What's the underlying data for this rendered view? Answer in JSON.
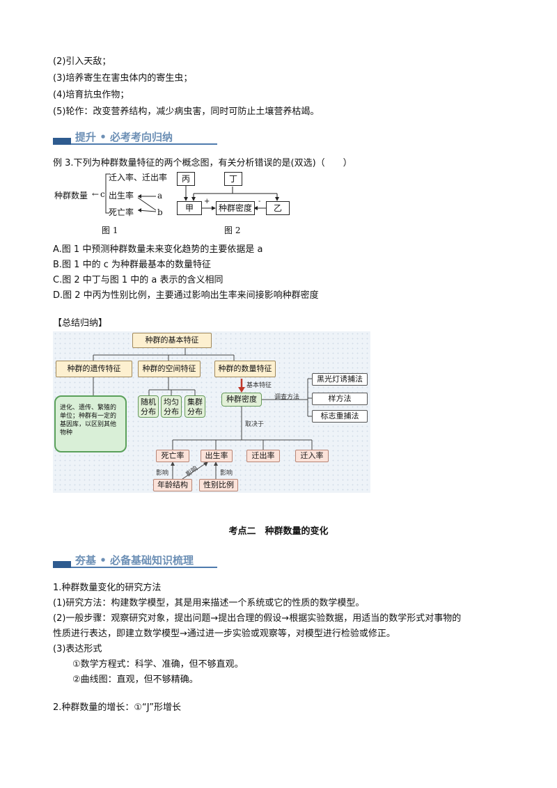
{
  "intro_lines": [
    "(2)引入天敌；",
    "(3)培养寄生在害虫体内的寄生虫；",
    "(4)培育抗虫作物；",
    "(5)轮作：改变营养结构，减少病虫害，同时可防止土壤营养枯竭。"
  ],
  "banner1": "提升 • 必考考向归纳",
  "example": {
    "question": "例 3.下列为种群数量特征的两个概念图，有关分析错误的是(双选)（　　）",
    "fig1": {
      "root": "种群数量",
      "c": "c",
      "items": [
        "迁入率、迁出率",
        "出生率",
        "死亡率"
      ],
      "a": "a",
      "b": "b",
      "caption": "图 1"
    },
    "fig2": {
      "bing": "丙",
      "ding": "丁",
      "jia": "甲",
      "yi": "乙",
      "center": "种群密度",
      "plus": "+",
      "minus": "-",
      "caption": "图 2"
    },
    "options": [
      "A.图 1 中预测种群数量未来变化趋势的主要依据是 a",
      "B.图 1 中的 c 为种群最基本的数量特征",
      "C.图 2 中丁与图 1 中的 a 表示的含义相同",
      "D.图 2 中丙为性别比例，主要通过影响出生率来间接影响种群密度"
    ]
  },
  "summary_heading": "【总结归纳】",
  "summary": {
    "root": "种群的基本特征",
    "cat1": "种群的遗传特征",
    "cat2": "种群的空间特征",
    "cat3": "种群的数量特征",
    "genetic_desc": "进化、遗传、繁殖的单位；种群有一定的基因库，以区别其他物种",
    "spatial": [
      "随机分布",
      "均匀分布",
      "集群分布"
    ],
    "basic_label": "基本特征",
    "density": "种群密度",
    "survey_label": "调查方法",
    "methods": [
      "黑光灯诱捕法",
      "样方法",
      "标志重捕法"
    ],
    "decide_label": "取决于",
    "rates": [
      "死亡率",
      "出生率",
      "迁出率",
      "迁入率"
    ],
    "affect1": "影响",
    "affect2": "影响",
    "affect3": "影响",
    "age": "年龄结构",
    "sex": "性别比例"
  },
  "section2_title": "考点二　种群数量的变化",
  "banner2": "夯基 • 必备基础知识梳理",
  "body_lines": [
    "1.种群数量变化的研究方法",
    "(1)研究方法：构建数学模型，其是用来描述一个系统或它的性质的数学模型。",
    "(2)一般步骤：观察研究对象，提出问题→提出合理的假设→根据实验数据，用适当的数学形式对事物的",
    "性质进行表达，即建立数学模型→通过进一步实验或观察等，对模型进行检验或修正。",
    "(3)表达形式"
  ],
  "forms": [
    "①数学方程式：科学、准确，但不够直观。",
    "②曲线图：直观，但不够精确。"
  ],
  "last_line": "2.种群数量的增长：①“J”形增长",
  "colors": {
    "banner_text": "#6c8fb5",
    "banner_bar": "#2e5b8f",
    "arrow_red": "#c0392b"
  }
}
